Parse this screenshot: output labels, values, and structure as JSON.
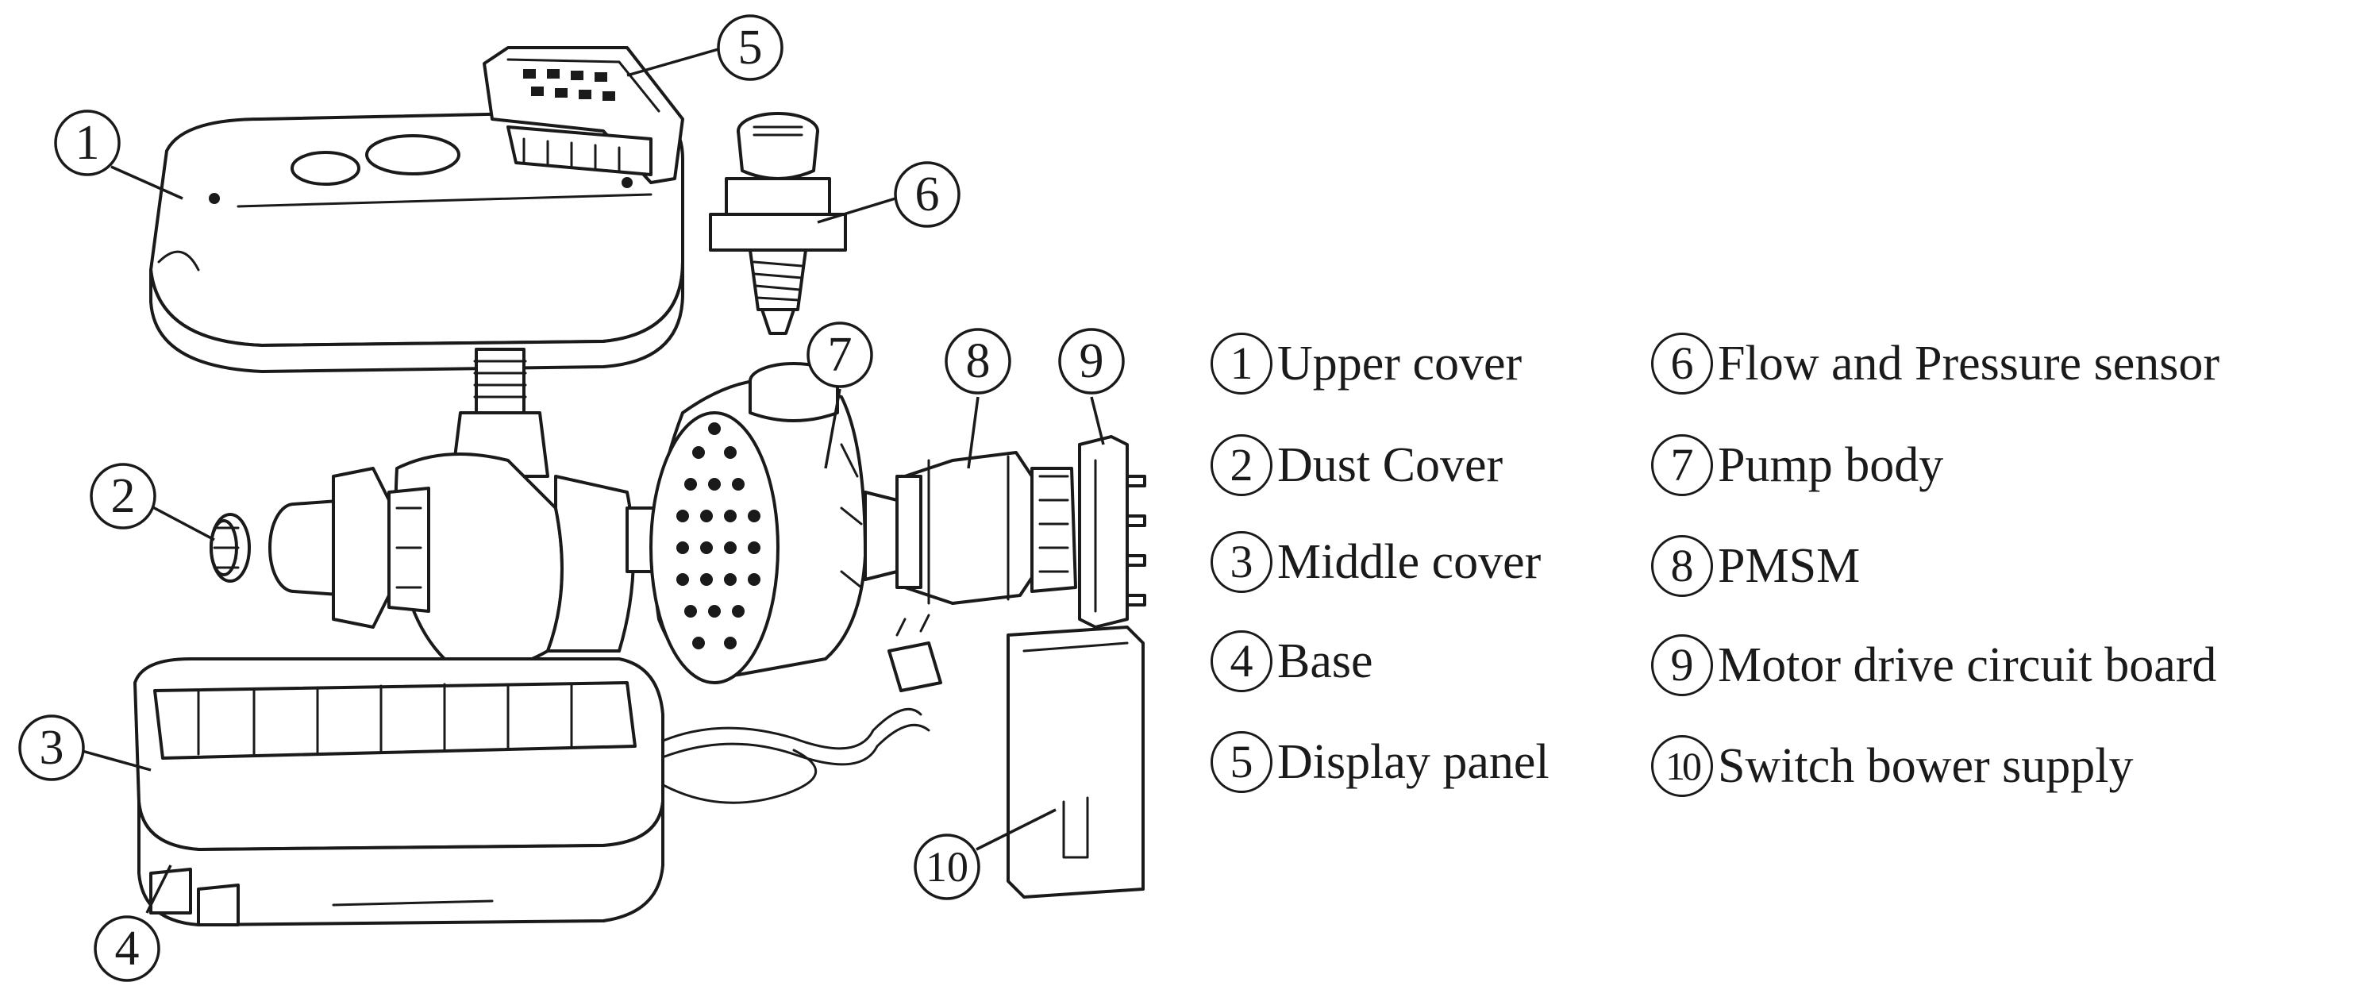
{
  "callouts": [
    {
      "num": "1",
      "label": "Upper cover"
    },
    {
      "num": "2",
      "label": "Dust Cover"
    },
    {
      "num": "3",
      "label": "Middle cover"
    },
    {
      "num": "4",
      "label": "Base"
    },
    {
      "num": "5",
      "label": "Display panel"
    },
    {
      "num": "6",
      "label": "Flow and Pressure sensor"
    },
    {
      "num": "7",
      "label": "Pump body"
    },
    {
      "num": "8",
      "label": "PMSM"
    },
    {
      "num": "9",
      "label": "Motor drive circuit board"
    },
    {
      "num": "10",
      "label": "Switch bower supply"
    }
  ],
  "colors": {
    "ink": "#1a1a1a",
    "background": "#ffffff"
  }
}
